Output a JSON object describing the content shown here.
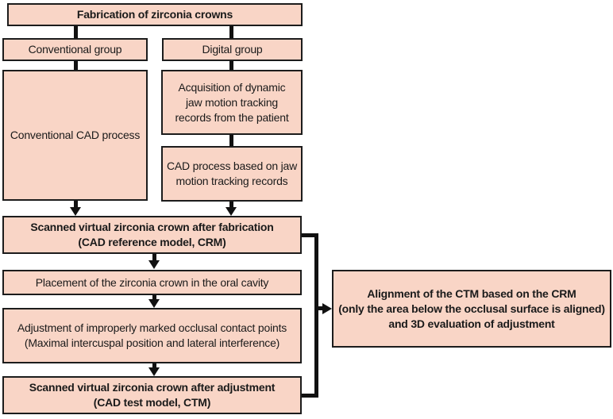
{
  "figure": {
    "type": "flowchart",
    "topic": "Fabrication of zirconia crowns workflow"
  },
  "colors": {
    "box_fill": "#f9d5c6",
    "box_border": "#1c1c1c",
    "connector": "#111111",
    "text": "#1a1a1a",
    "background": "#ffffff"
  },
  "boxes": {
    "fabrication": {
      "bold": true,
      "lines": [
        "Fabrication of zirconia crowns"
      ]
    },
    "conventional_group": {
      "bold": false,
      "lines": [
        "Conventional group"
      ]
    },
    "digital_group": {
      "bold": false,
      "lines": [
        "Digital group"
      ]
    },
    "conventional_cad": {
      "bold": false,
      "lines": [
        "Conventional CAD process"
      ]
    },
    "acquisition": {
      "bold": false,
      "lines": [
        "Acquisition of dynamic",
        "jaw motion tracking",
        "records from the patient"
      ]
    },
    "cad_jaw_motion": {
      "bold": false,
      "lines": [
        "CAD process based on jaw",
        "motion tracking records"
      ]
    },
    "crm": {
      "bold": true,
      "lines": [
        "Scanned virtual zirconia crown after fabrication",
        "(CAD reference model, CRM)"
      ]
    },
    "placement": {
      "bold": false,
      "lines": [
        "Placement of the zirconia crown in the oral cavity"
      ]
    },
    "adjustment": {
      "bold": false,
      "lines": [
        "Adjustment of improperly marked occlusal contact points",
        "(Maximal intercuspal position and lateral interference)"
      ]
    },
    "ctm": {
      "bold": true,
      "lines": [
        "Scanned virtual zirconia crown after adjustment",
        "(CAD test model, CTM)"
      ]
    },
    "alignment": {
      "bold": true,
      "lines": [
        "Alignment of the CTM based on the CRM",
        "(only the area below the occlusal surface is aligned)",
        "and 3D evaluation of adjustment"
      ]
    }
  }
}
